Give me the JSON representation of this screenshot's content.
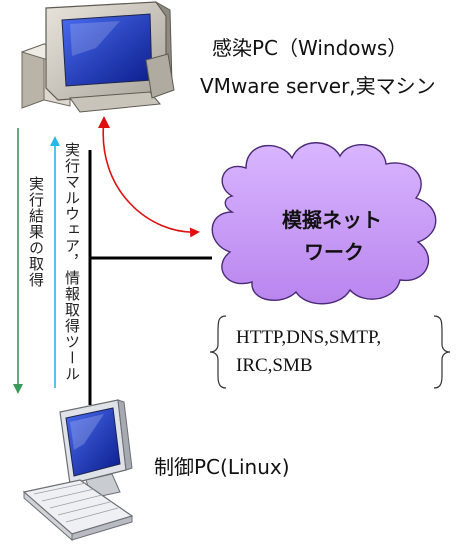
{
  "infected_pc": {
    "title": "感染PC（Windows）",
    "subtitle": "VMware server,実マシン"
  },
  "network": {
    "label_line1": "模擬ネット",
    "label_line2": "ワーク",
    "fill_color": "#c89cf2"
  },
  "protocols": {
    "line1": "HTTP,DNS,SMTP,",
    "line2": "IRC,SMB"
  },
  "control_pc": {
    "title": "制御PC(Linux)"
  },
  "arrows": {
    "result_label": "実行結果の取得",
    "tools_label": "実行マルウェア，情報取得ツール",
    "result_color": "#3a9a5a",
    "tools_color": "#29b6e8",
    "network_link_color": "#e01010"
  }
}
